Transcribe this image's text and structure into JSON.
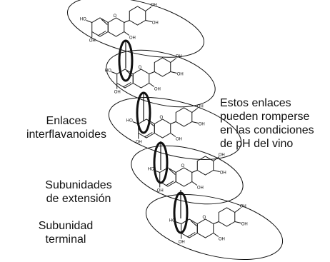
{
  "colors": {
    "ink": "#111111",
    "background": "#ffffff"
  },
  "atom_labels": {
    "hydroxyl": "OH",
    "hydroxyl_left": "HO"
  },
  "labels": {
    "interflavan": {
      "line1": "Enlaces",
      "line2": "interflavanoides"
    },
    "extension": {
      "line1": "Subunidades",
      "line2": "de extensión"
    },
    "terminal": {
      "line1": "Subunidad",
      "line2": "terminal"
    },
    "note": {
      "line1": "Estos enlaces",
      "line2": "pueden romperse",
      "line3": "en las condiciones",
      "line4": "de pH del vino"
    }
  }
}
